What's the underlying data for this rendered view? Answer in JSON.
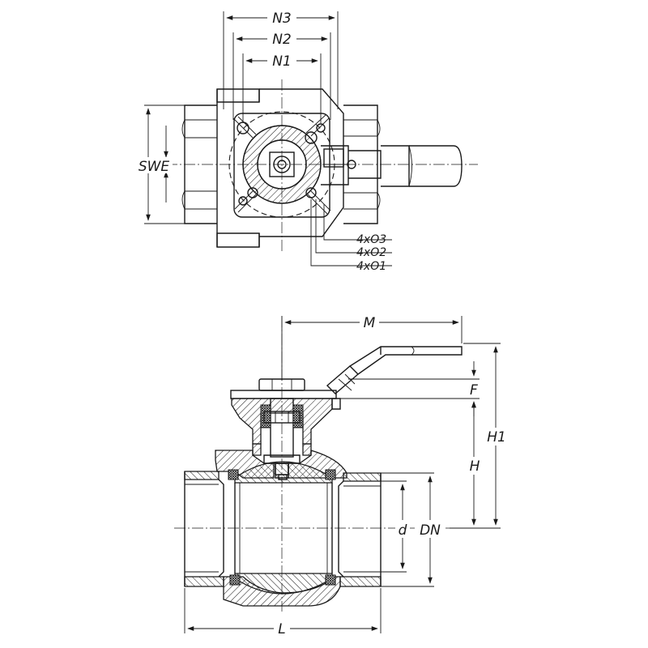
{
  "labels": {
    "n3": "N3",
    "n2": "N2",
    "n1": "N1",
    "swe": "SWE",
    "hole_o3": "4xO3",
    "hole_o2": "4xO2",
    "hole_o1": "4xO1",
    "m": "M",
    "f": "F",
    "h1": "H1",
    "h": "H",
    "d": "d",
    "dn": "DN",
    "l": "L"
  }
}
